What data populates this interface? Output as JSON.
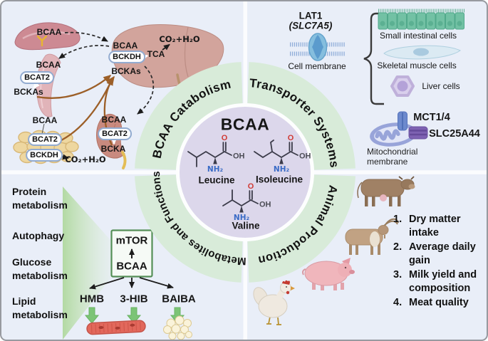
{
  "colors": {
    "background": "#e9eef8",
    "ring_green": "#d8ebd9",
    "center_lavender": "#dcd7eb",
    "arrow_brown": "#9c5f28",
    "box_green_border": "#558f57",
    "metabolite_arrow_green": "#7cc476",
    "pill_border_blue": "#92abd0",
    "nh2_blue": "#3a6bc6",
    "oxygen_red": "#d03a34"
  },
  "ring": {
    "labels": {
      "catabolism": "BCAA Catabolism",
      "transporters": "Transporter Systems",
      "metabolites": "Metabolites and Functions",
      "animal": "Animal Production"
    }
  },
  "center": {
    "title": "BCAA",
    "molecules": [
      {
        "name": "Leucine",
        "o": "O",
        "oh": "OH",
        "nh2": "NH₂"
      },
      {
        "name": "Isoleucine",
        "o": "O",
        "oh": "OH",
        "nh2": "NH₂"
      },
      {
        "name": "Valine",
        "o": "O",
        "oh": "OH",
        "nh2": "NH₂"
      }
    ]
  },
  "catabolism": {
    "intestine": {
      "bcaa": "BCAA"
    },
    "liver": {
      "bcaa": "BCAA",
      "enzyme": "BCKDH",
      "bckas": "BCKAs",
      "tca": "TCA",
      "co2": "CO₂+H₂O"
    },
    "muscle": {
      "bcaa": "BCAA",
      "enzyme": "BCAT2",
      "bckas": "BCKAs"
    },
    "kidney": {
      "bcaa": "BCAA",
      "enzyme": "BCAT2",
      "bcka": "BCKA"
    },
    "adipose": {
      "bcaa": "BCAA",
      "enzyme1": "BCAT2",
      "enzyme2": "BCKDH",
      "co2": "CO₂+H₂O"
    }
  },
  "transporters": {
    "lat1": "LAT1",
    "lat1_gene": "(SLC7A5)",
    "cell_membrane": "Cell membrane",
    "cell_types": [
      "Small intestinal cells",
      "Skeletal muscle cells",
      "Liver cells"
    ],
    "mct": "MCT1/4",
    "slc": "SLC25A44",
    "mito_membrane": "Mitochondrial membrane"
  },
  "metabolites": {
    "functions": [
      "Protein metabolism",
      "Autophagy",
      "Glucose metabolism",
      "Lipid metabolism"
    ],
    "box": {
      "top": "mTOR",
      "bottom": "BCAA"
    },
    "products": [
      "HMB",
      "3-HIB",
      "BAIBA"
    ]
  },
  "animal_production": {
    "items": [
      {
        "n": "1.",
        "label": "Dry matter intake"
      },
      {
        "n": "2.",
        "label": "Average daily gain"
      },
      {
        "n": "3.",
        "label": "Milk yield and composition"
      },
      {
        "n": "4.",
        "label": "Meat quality"
      }
    ]
  }
}
